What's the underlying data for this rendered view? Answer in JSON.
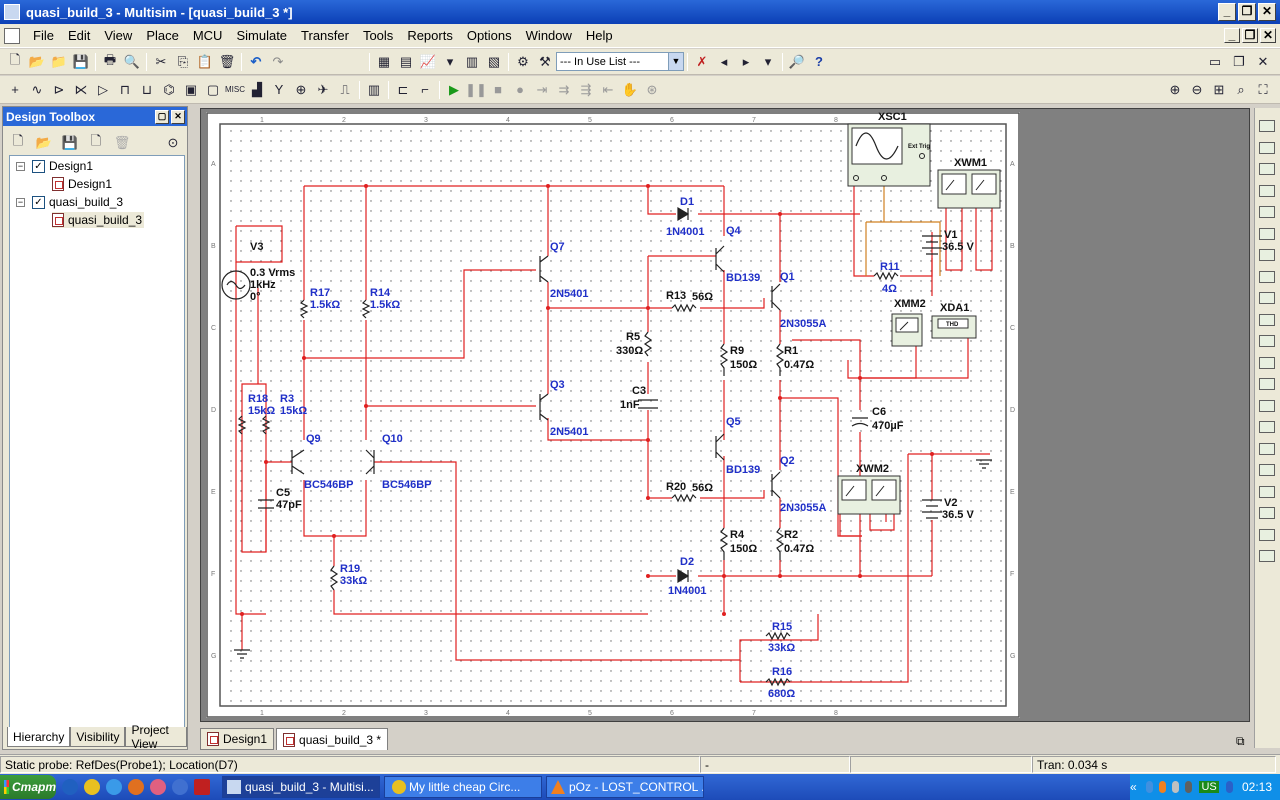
{
  "window": {
    "title": "quasi_build_3 - Multisim - [quasi_build_3 *]"
  },
  "menu": [
    "File",
    "Edit",
    "View",
    "Place",
    "MCU",
    "Simulate",
    "Transfer",
    "Tools",
    "Reports",
    "Options",
    "Window",
    "Help"
  ],
  "toolbar": {
    "in_use_list": "--- In Use List ---"
  },
  "design_toolbox": {
    "title": "Design Toolbox",
    "tree": [
      {
        "label": "Design1",
        "level": 0
      },
      {
        "label": "Design1",
        "level": 1
      },
      {
        "label": "quasi_build_3",
        "level": 0
      },
      {
        "label": "quasi_build_3",
        "level": 1
      }
    ],
    "tabs": [
      "Hierarchy",
      "Visibility",
      "Project View"
    ]
  },
  "doc_tabs": [
    "Design1",
    "quasi_build_3 *"
  ],
  "schematic": {
    "components": {
      "V3": {
        "ref": "V3",
        "value": "0.3 Vrms",
        "freq": "1kHz",
        "phase": "0°"
      },
      "R17": {
        "ref": "R17",
        "value": "1.5kΩ"
      },
      "R14": {
        "ref": "R14",
        "value": "1.5kΩ"
      },
      "R18": {
        "ref": "R18",
        "value": "15kΩ"
      },
      "R3": {
        "ref": "R3",
        "value": "15kΩ"
      },
      "Q9": {
        "ref": "Q9",
        "value": "BC546BP"
      },
      "Q10": {
        "ref": "Q10",
        "value": "BC546BP"
      },
      "C5": {
        "ref": "C5",
        "value": "47pF"
      },
      "R19": {
        "ref": "R19",
        "value": "33kΩ"
      },
      "Q7": {
        "ref": "Q7",
        "value": "2N5401"
      },
      "Q3": {
        "ref": "Q3",
        "value": "2N5401"
      },
      "D1": {
        "ref": "D1",
        "value": "1N4001"
      },
      "D2": {
        "ref": "D2",
        "value": "1N4001"
      },
      "R5": {
        "ref": "R5",
        "value": "330Ω"
      },
      "C3": {
        "ref": "C3",
        "value": "1nF"
      },
      "R13": {
        "ref": "R13",
        "value": "56Ω"
      },
      "R20": {
        "ref": "R20",
        "value": "56Ω"
      },
      "Q4": {
        "ref": "Q4",
        "value": "BD139"
      },
      "Q5": {
        "ref": "Q5",
        "value": "BD139"
      },
      "R9": {
        "ref": "R9",
        "value": "150Ω"
      },
      "R4": {
        "ref": "R4",
        "value": "150Ω"
      },
      "Q1": {
        "ref": "Q1",
        "value": "2N3055A"
      },
      "Q2": {
        "ref": "Q2",
        "value": "2N3055A"
      },
      "R1": {
        "ref": "R1",
        "value": "0.47Ω"
      },
      "R2": {
        "ref": "R2",
        "value": "0.47Ω"
      },
      "R11": {
        "ref": "R11",
        "value": "4Ω"
      },
      "V1": {
        "ref": "V1",
        "value": "36.5 V"
      },
      "V2": {
        "ref": "V2",
        "value": "36.5 V"
      },
      "C6": {
        "ref": "C6",
        "value": "470µF"
      },
      "R15": {
        "ref": "R15",
        "value": "33kΩ"
      },
      "R16": {
        "ref": "R16",
        "value": "680Ω"
      }
    },
    "instruments": {
      "XSC1": "XSC1",
      "XWM1": "XWM1",
      "XWM2": "XWM2",
      "XMM2": "XMM2",
      "XDA1": "XDA1",
      "ext_trig": "Ext Trig",
      "thd": "THD"
    },
    "ruler_cols": [
      "1",
      "2",
      "3",
      "4",
      "5",
      "6",
      "7",
      "8"
    ],
    "ruler_rows": [
      "A",
      "B",
      "C",
      "D",
      "E",
      "F",
      "G"
    ]
  },
  "status": {
    "probe": "Static probe: RefDes(Probe1); Location(D7)",
    "mid": "-",
    "tran": "Tran: 0.034 s"
  },
  "taskbar": {
    "start": "Старт",
    "tasks": [
      "quasi_build_3 - Multisi...",
      "My little cheap Circ...",
      "pOz - LOST_CONTROL ..."
    ],
    "lang": "US",
    "clock": "02:13"
  }
}
